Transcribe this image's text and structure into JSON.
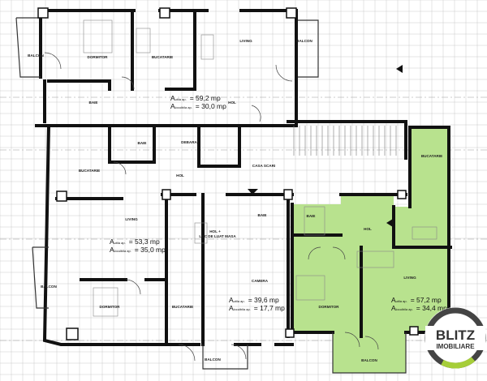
{
  "plan": {
    "colors": {
      "highlight": "#b8e28e",
      "walls": "#111111",
      "logo_ring": "#444444",
      "logo_accent": "#a6ce39"
    },
    "apartment_top": {
      "rooms": {
        "dormitor": "DORMITOR",
        "bucatarie": "BUCATARIE",
        "living": "LIVING",
        "balcon_left": "BALCON",
        "balcon_right": "BALCON",
        "baie": "BAIE",
        "hol": "HOL"
      },
      "area_util_label": "A",
      "area_util_sub": "utila ap.",
      "area_util_value": "= 59,2 mp",
      "area_loc_label": "A",
      "area_loc_sub": "locuibila ap.",
      "area_loc_value": "= 30,0 mp"
    },
    "apartment_left": {
      "rooms": {
        "baie": "BAIE",
        "bucatarie": "BUCATARIE",
        "living": "LIVING",
        "dormitor": "DORMITOR",
        "balcon": "BALCON",
        "bucatarie2": "BUCATARIE"
      },
      "area_util_label": "A",
      "area_util_sub": "utila ap.",
      "area_util_value": "= 53,3 mp",
      "area_loc_label": "A",
      "area_loc_sub": "locuibila ap.",
      "area_loc_value": "= 35,0 mp"
    },
    "common": {
      "debara": "DEBARA",
      "hol": "HOL",
      "casa_scari": "CASA SCARI"
    },
    "apartment_middle": {
      "rooms": {
        "baie": "BAIE",
        "hol": "HOL +",
        "hol2": "LOC DE LUAT MASA",
        "camera": "CAMERA",
        "balcon": "BALCON"
      },
      "area_util_label": "A",
      "area_util_sub": "utila ap.",
      "area_util_value": "= 39,6 mp",
      "area_loc_label": "A",
      "area_loc_sub": "locuibila ap.",
      "area_loc_value": "= 17,7 mp"
    },
    "apartment_green": {
      "rooms": {
        "bucatarie": "BUCATARIE",
        "baie": "BAIE",
        "hol": "HOL",
        "living": "LIVING",
        "dormitor": "DORMITOR",
        "balcon": "BALCON"
      },
      "area_util_label": "A",
      "area_util_sub": "utila ap.",
      "area_util_value": "= 57,2 mp",
      "area_loc_label": "A",
      "area_loc_sub": "locuibila ap.",
      "area_loc_value": "= 34,4 mp"
    },
    "logo": {
      "line1": "BLITZ",
      "line2": "IMOBILIARE"
    }
  }
}
